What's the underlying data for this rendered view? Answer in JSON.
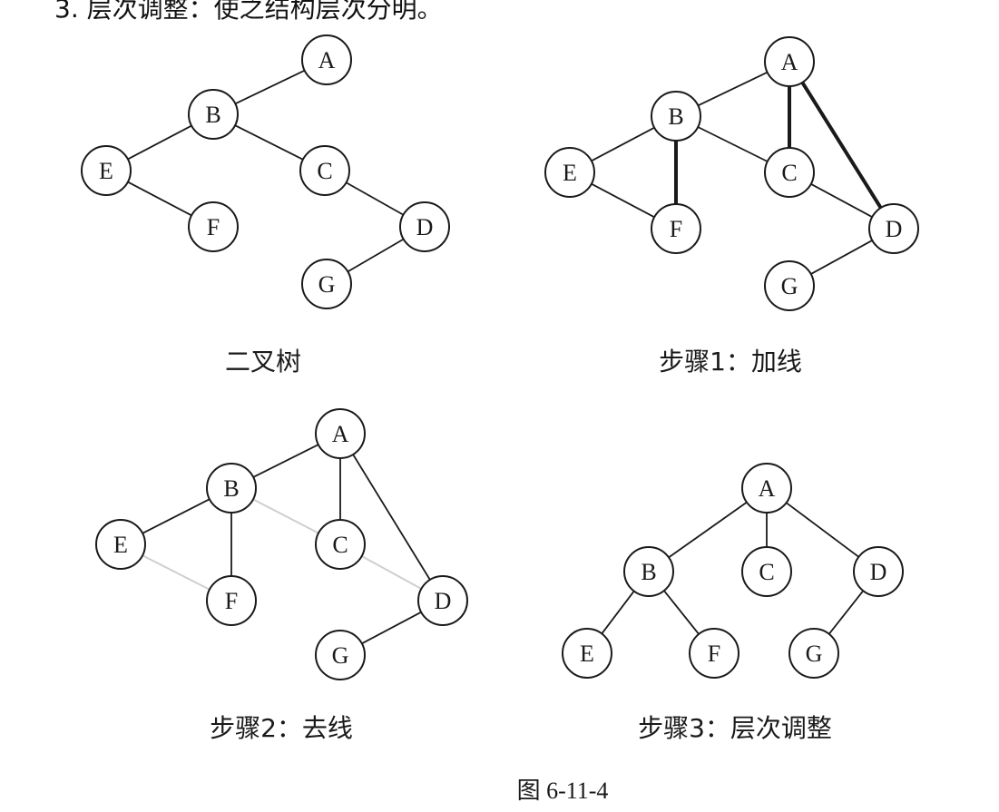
{
  "caption_top_fragment": "3. 层次调整：使之结构层次分明。",
  "figure_caption": "图 6-11-4",
  "panels": [
    {
      "id": "binary-tree",
      "title": "二叉树",
      "nodes": [
        "A",
        "B",
        "C",
        "D",
        "E",
        "F",
        "G"
      ],
      "edges": [
        {
          "from": "A",
          "to": "B",
          "style": "normal"
        },
        {
          "from": "B",
          "to": "E",
          "style": "normal"
        },
        {
          "from": "B",
          "to": "C",
          "style": "normal"
        },
        {
          "from": "E",
          "to": "F",
          "style": "normal"
        },
        {
          "from": "C",
          "to": "D",
          "style": "normal"
        },
        {
          "from": "D",
          "to": "G",
          "style": "normal"
        }
      ]
    },
    {
      "id": "step1",
      "title": "步骤1：加线",
      "nodes": [
        "A",
        "B",
        "C",
        "D",
        "E",
        "F",
        "G"
      ],
      "edges": [
        {
          "from": "A",
          "to": "B",
          "style": "normal"
        },
        {
          "from": "B",
          "to": "E",
          "style": "normal"
        },
        {
          "from": "B",
          "to": "C",
          "style": "normal"
        },
        {
          "from": "E",
          "to": "F",
          "style": "normal"
        },
        {
          "from": "C",
          "to": "D",
          "style": "normal"
        },
        {
          "from": "D",
          "to": "G",
          "style": "normal"
        },
        {
          "from": "B",
          "to": "F",
          "style": "bold"
        },
        {
          "from": "A",
          "to": "C",
          "style": "bold"
        },
        {
          "from": "A",
          "to": "D",
          "style": "bold"
        }
      ]
    },
    {
      "id": "step2",
      "title": "步骤2：去线",
      "nodes": [
        "A",
        "B",
        "C",
        "D",
        "E",
        "F",
        "G"
      ],
      "edges": [
        {
          "from": "A",
          "to": "B",
          "style": "normal"
        },
        {
          "from": "B",
          "to": "E",
          "style": "normal"
        },
        {
          "from": "B",
          "to": "F",
          "style": "normal"
        },
        {
          "from": "A",
          "to": "C",
          "style": "normal"
        },
        {
          "from": "A",
          "to": "D",
          "style": "normal"
        },
        {
          "from": "D",
          "to": "G",
          "style": "normal"
        },
        {
          "from": "B",
          "to": "C",
          "style": "removed"
        },
        {
          "from": "E",
          "to": "F",
          "style": "removed"
        },
        {
          "from": "C",
          "to": "D",
          "style": "removed"
        }
      ]
    },
    {
      "id": "step3",
      "title": "步骤3：层次调整",
      "nodes": [
        "A",
        "B",
        "C",
        "D",
        "E",
        "F",
        "G"
      ],
      "edges": [
        {
          "from": "A",
          "to": "B",
          "style": "normal"
        },
        {
          "from": "A",
          "to": "C",
          "style": "normal"
        },
        {
          "from": "A",
          "to": "D",
          "style": "normal"
        },
        {
          "from": "B",
          "to": "E",
          "style": "normal"
        },
        {
          "from": "B",
          "to": "F",
          "style": "normal"
        },
        {
          "from": "D",
          "to": "G",
          "style": "normal"
        }
      ]
    }
  ],
  "colors": {
    "ink": "#1a1a1a",
    "removed_edge": "#cfcfcf",
    "background": "#ffffff"
  }
}
